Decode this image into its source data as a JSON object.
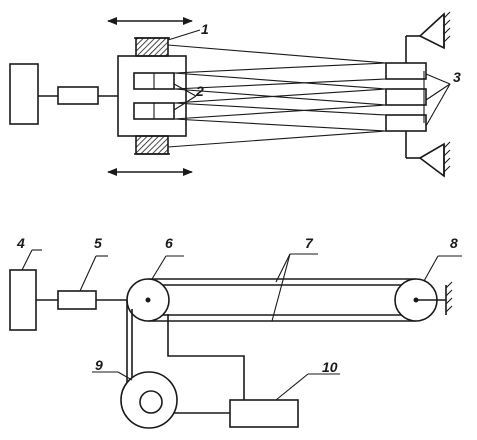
{
  "top_scheme": {
    "labels": {
      "one": "1",
      "two": "2",
      "three": "3"
    }
  },
  "bottom_scheme": {
    "labels": {
      "four": "4",
      "five": "5",
      "six": "6",
      "seven": "7",
      "eight": "8",
      "nine": "9",
      "ten": "10"
    }
  },
  "colors": {
    "line": "#1a1a1a",
    "background": "#ffffff"
  }
}
